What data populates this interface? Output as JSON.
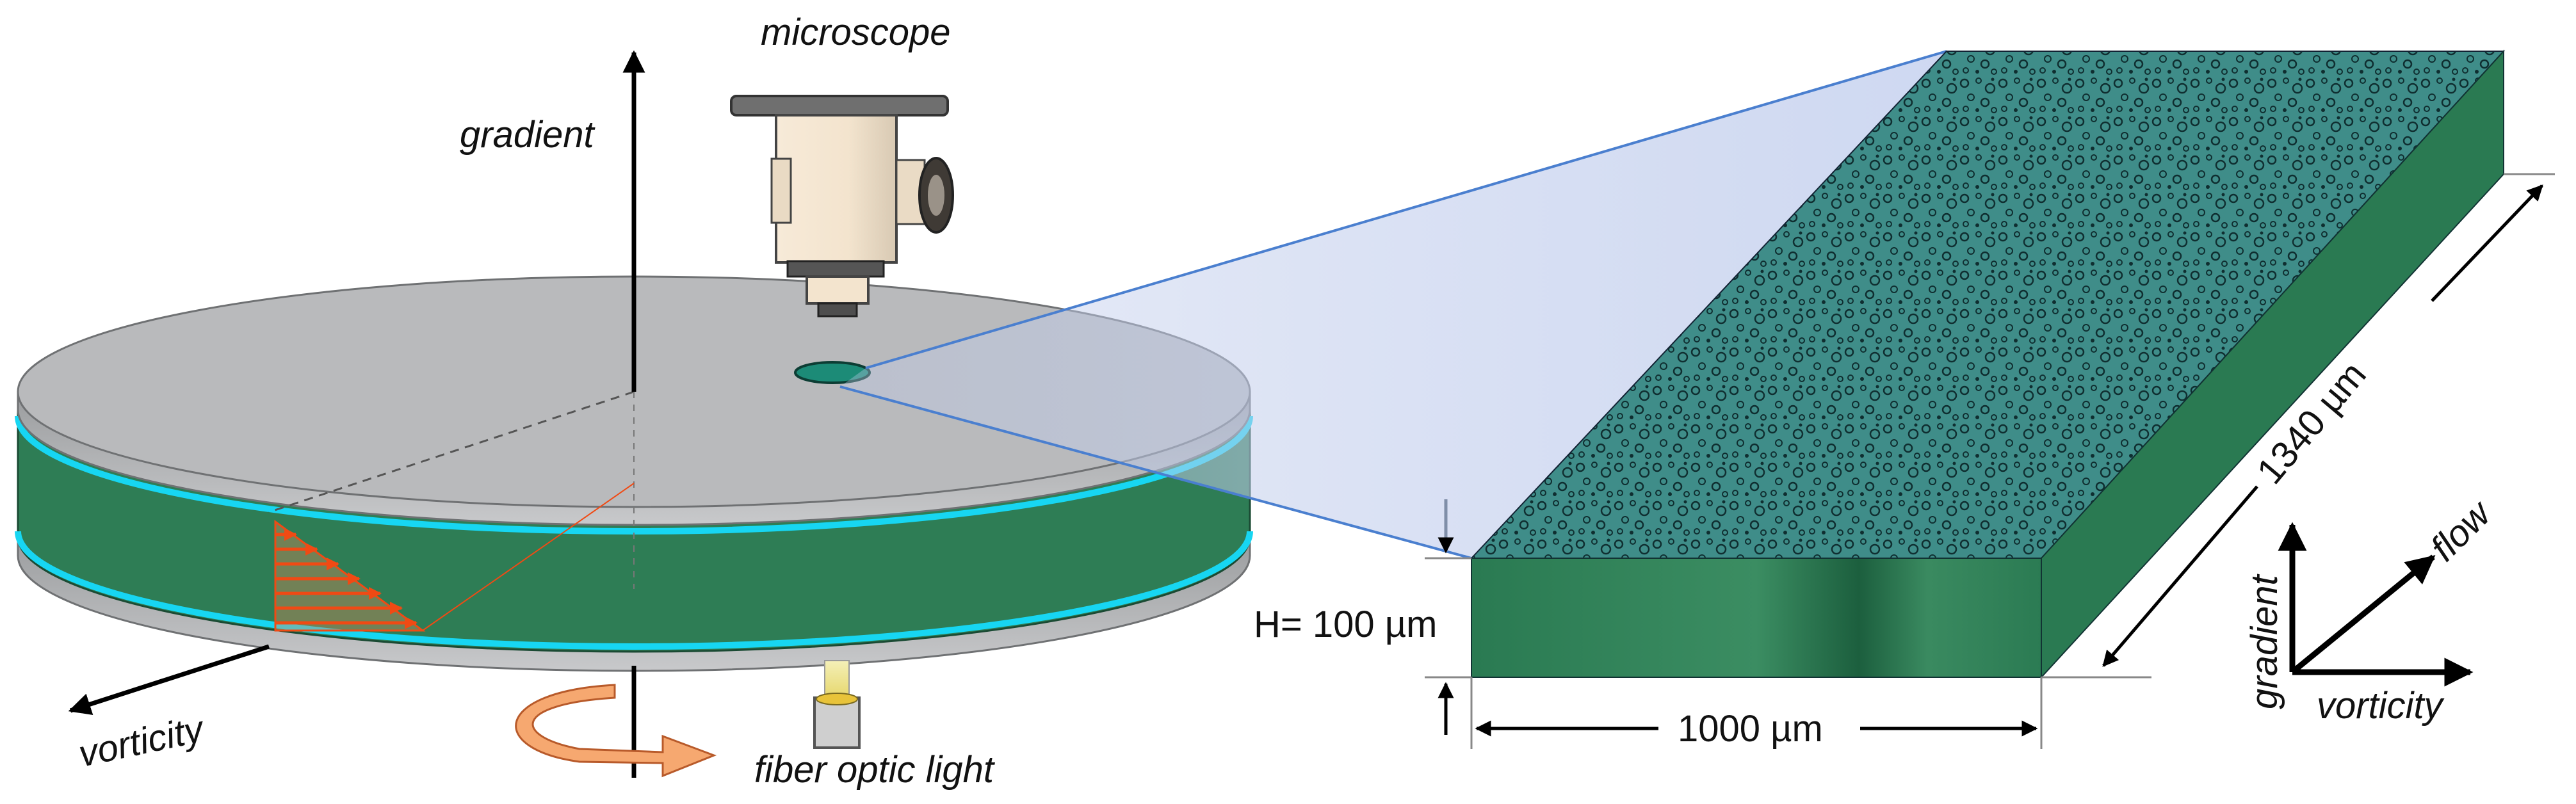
{
  "labels": {
    "microscope": "microscope",
    "gradient": "gradient",
    "vorticity": "vorticity",
    "fiber_optic_light": "fiber optic light",
    "height": "H= 100 µm",
    "width": "1000 µm",
    "length": "1340 µm",
    "axis_flow": "flow",
    "axis_gradient": "gradient",
    "axis_vorticity": "vorticity"
  },
  "colors": {
    "sample_green": "#2e7d55",
    "sample_dark": "#1f6a45",
    "plate_gray": "#b9babc",
    "plate_edge": "#8e9092",
    "cyan_line": "#17d6f2",
    "zoom_blue": "#c7d2ee",
    "arrow_orange": "#f04a14",
    "rotation_orange": "#f6a870",
    "texture_cyan": "#3a8e8a"
  },
  "icons": [
    "microscope-icon",
    "fiber-optic-light-icon",
    "rotation-arrow-icon"
  ]
}
